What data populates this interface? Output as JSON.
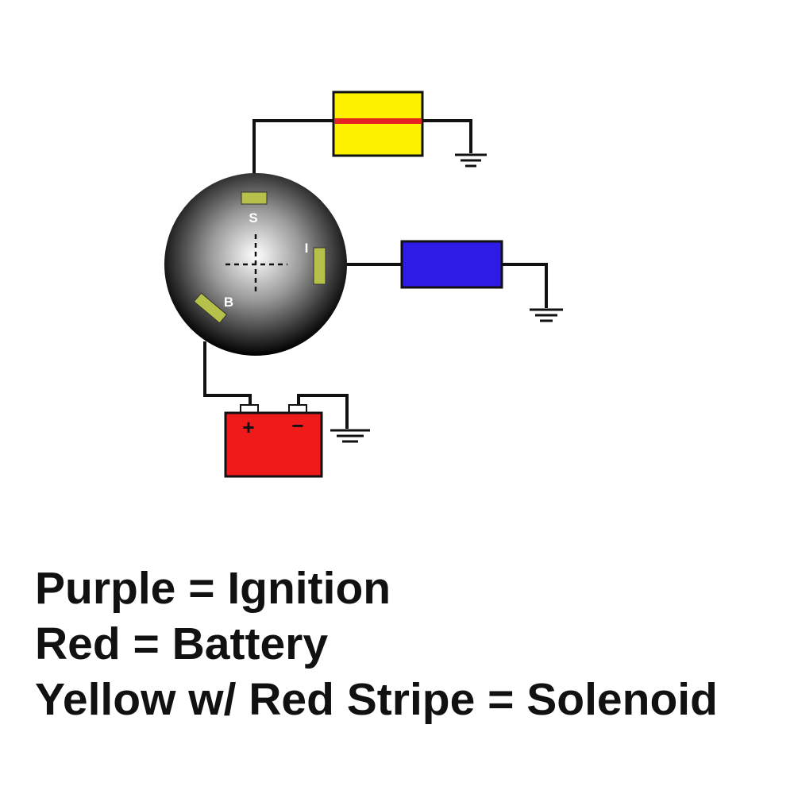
{
  "diagram": {
    "terminals": {
      "s": "S",
      "i": "I",
      "b": "B"
    },
    "battery": {
      "positive": "+",
      "negative": "−"
    },
    "colors": {
      "solenoid_body": "#fff200",
      "solenoid_stripe": "#e32222",
      "ignition_body": "#2f1be6",
      "battery_body": "#ef1b1b",
      "terminal_tab": "#b5c14a",
      "wire": "#111111"
    }
  },
  "legend": [
    "Purple = Ignition",
    "Red = Battery",
    "Yellow w/ Red Stripe = Solenoid"
  ]
}
